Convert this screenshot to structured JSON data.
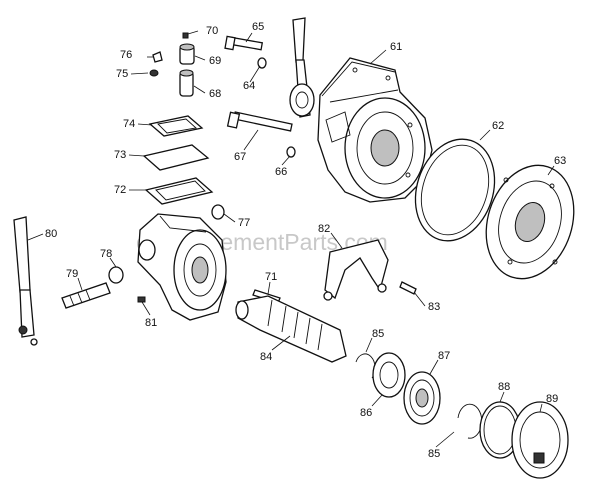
{
  "watermark": "eReplacementParts.com",
  "callouts": [
    "70",
    "65",
    "61",
    "76",
    "69",
    "75",
    "64",
    "68",
    "74",
    "62",
    "73",
    "67",
    "66",
    "63",
    "72",
    "77",
    "80",
    "82",
    "78",
    "71",
    "79",
    "83",
    "81",
    "85",
    "84",
    "87",
    "88",
    "89",
    "86",
    "85"
  ]
}
